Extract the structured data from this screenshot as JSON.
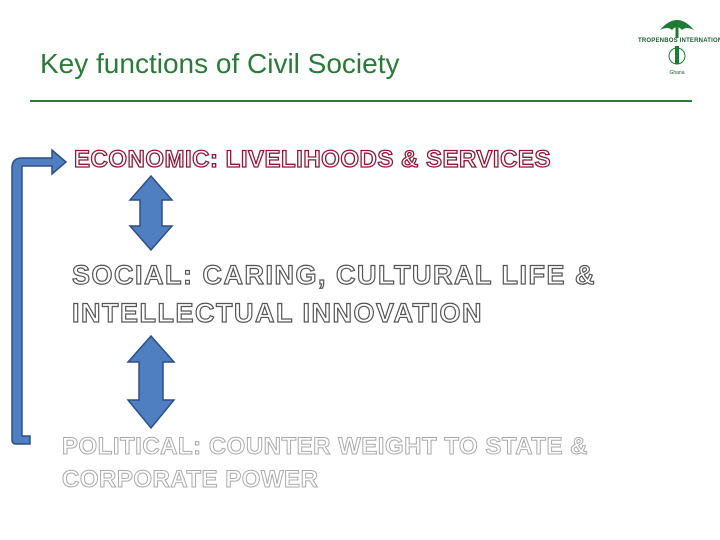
{
  "slide": {
    "title": "Key functions of Civil Society",
    "logo": {
      "name": "TROPENBOS INTERNATIONAL",
      "tagline": "Ghana"
    }
  },
  "diagram": {
    "nodes": [
      {
        "id": "economic",
        "label": "ECONOMIC: LIVELIHOODS & SERVICES"
      },
      {
        "id": "social",
        "label": "SOCIAL: CARING, CULTURAL LIFE & INTELLECTUAL INNOVATION"
      },
      {
        "id": "political",
        "label": "POLITICAL: COUNTER WEIGHT TO STATE & CORPORATE POWER"
      }
    ],
    "connectors": [
      {
        "from": "economic",
        "to": "social",
        "type": "double-arrow"
      },
      {
        "from": "social",
        "to": "political",
        "type": "double-arrow"
      },
      {
        "from": "political",
        "to": "economic",
        "type": "loop-arrow"
      }
    ],
    "colors": {
      "arrow_fill": "#4f7fc0",
      "arrow_stroke": "#2d4f85",
      "title_color": "#2a7a3a"
    }
  }
}
